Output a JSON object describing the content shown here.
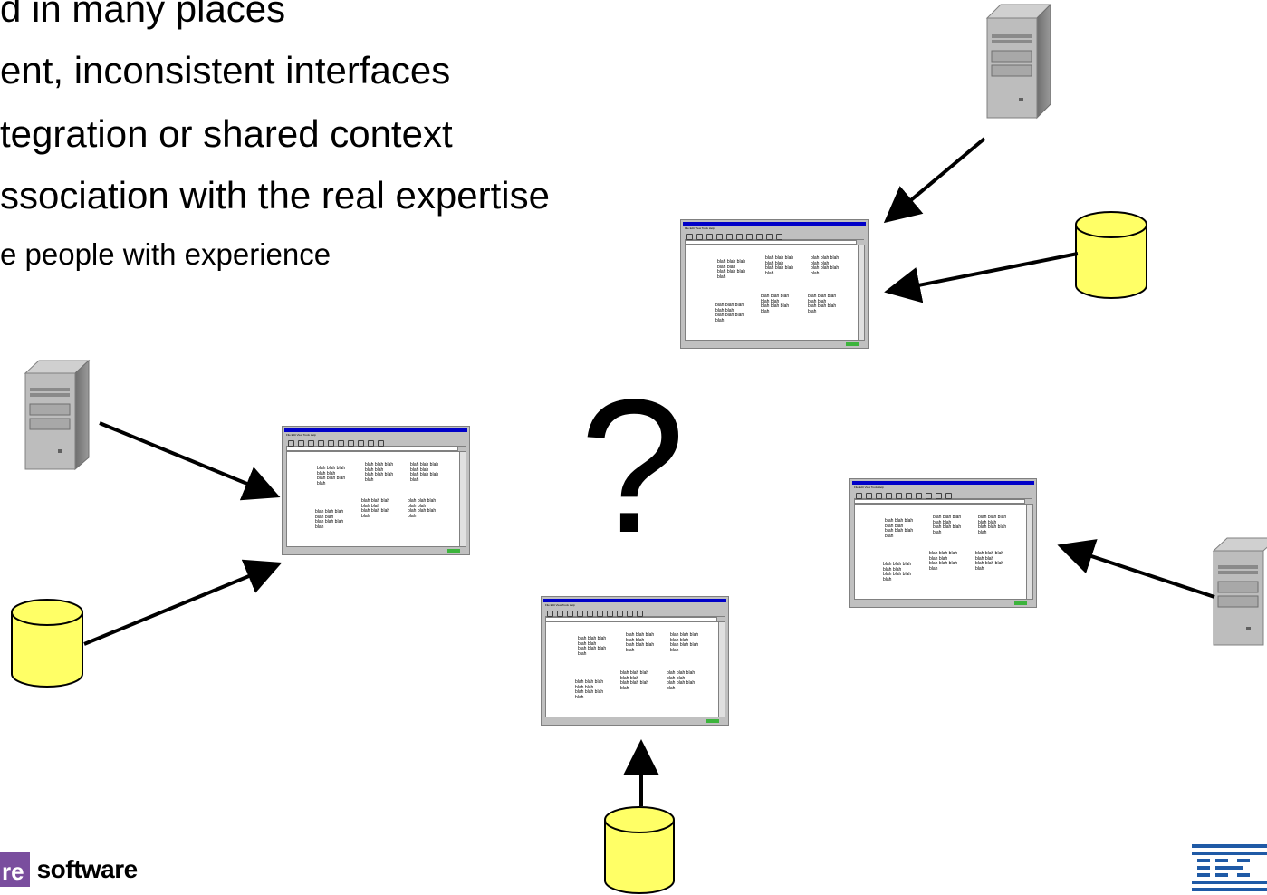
{
  "bullets": [
    "d in many places",
    "ent, inconsistent interfaces",
    "tegration or shared context",
    "ssociation with the real expertise",
    "e people with experience"
  ],
  "question_mark": "?",
  "footer": {
    "brand_fragment": "re",
    "brand_word": "software"
  },
  "browser": {
    "menu": "File   Edit   View   Tools   Help",
    "blah_blocks": [
      "blah blah blah\nblah blah\nblah blah blah\nblah",
      "blah blah blah\nblah blah\nblah blah blah\nblah",
      "blah blah blah\nblah blah\nblah blah blah\nblah",
      "blah blah blah\nblah blah\nblah blah blah\nblah",
      "blah blah blah\nblah blah\nblah blah blah\nblah",
      "blah blah blah\nblah blah\nblah blah blah\nblah"
    ]
  },
  "icons": {
    "server": "server-tower-icon",
    "database": "database-cylinder-icon",
    "browser": "browser-window-icon",
    "logo": "ibm-logo-icon"
  },
  "colors": {
    "database_fill": "#ffff66",
    "title_bar": "#0000c8",
    "brand_purple": "#7a4e9e",
    "ibm_blue": "#1f5aa6"
  }
}
